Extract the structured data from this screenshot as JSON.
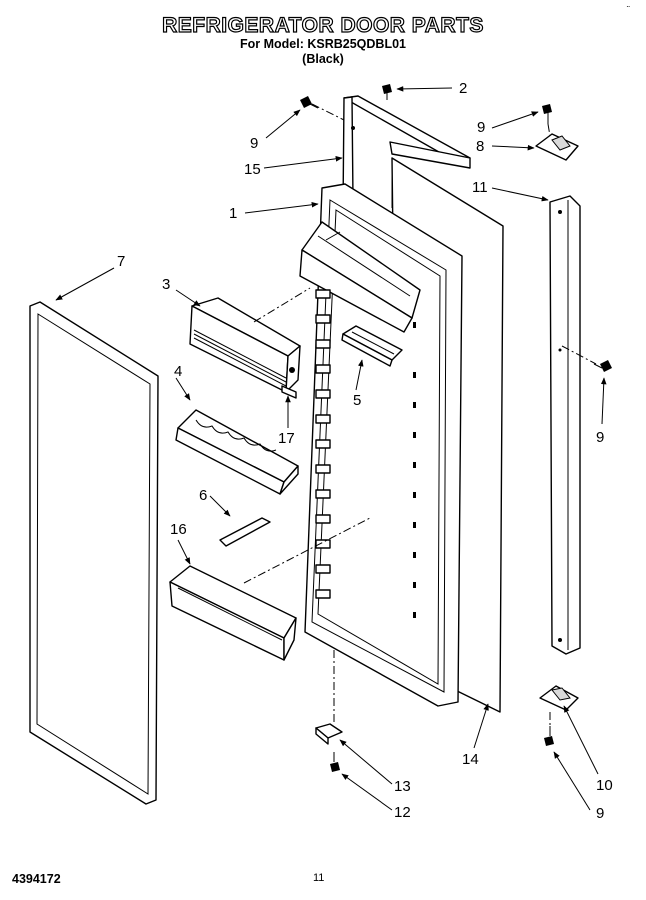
{
  "header": {
    "title": "REFRIGERATOR DOOR PARTS",
    "model_line": "For Model: KSRB25QDBL01",
    "color_line": "(Black)"
  },
  "footer": {
    "part_number": "4394172",
    "page_number": "11"
  },
  "corner_mark": "¨",
  "callouts": {
    "c1": "1",
    "c2": "2",
    "c3": "3",
    "c4": "4",
    "c5": "5",
    "c6": "6",
    "c7": "7",
    "c8": "8",
    "c9a": "9",
    "c9b": "9",
    "c9c": "9",
    "c9d": "9",
    "c10": "10",
    "c11": "11",
    "c12": "12",
    "c13": "13",
    "c14": "14",
    "c15": "15",
    "c16": "16",
    "c17": "17"
  }
}
